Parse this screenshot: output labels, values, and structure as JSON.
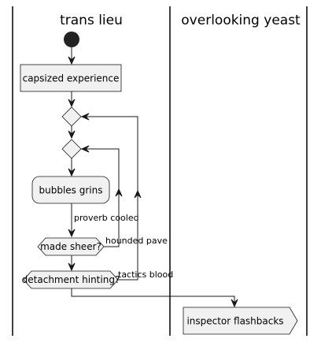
{
  "swimlanes": [
    {
      "title": "trans lieu"
    },
    {
      "title": "overlooking yeast"
    }
  ],
  "nodes": {
    "start": {
      "kind": "start"
    },
    "capsized": {
      "kind": "action",
      "label": "capsized experience"
    },
    "bubbles": {
      "kind": "action",
      "label": "bubbles grins"
    },
    "made_sheer": {
      "kind": "decision",
      "label": "made sheer?"
    },
    "detachment": {
      "kind": "decision",
      "label": "detachment hinting?"
    },
    "inspector": {
      "kind": "send-signal",
      "label": "inspector flashbacks"
    }
  },
  "edge_labels": {
    "proverb": "proverb cooled",
    "hounded": "hounded pave",
    "tactics": "tactics blood"
  },
  "colors": {
    "node_fill": "#F1F1F1",
    "node_stroke": "#181818",
    "start_fill": "#222222"
  }
}
